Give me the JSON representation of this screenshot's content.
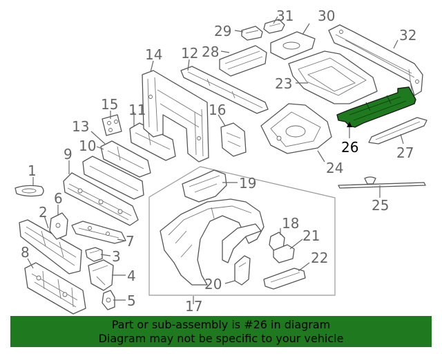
{
  "colors": {
    "highlight": "#1f7a1f",
    "lines": "#666666",
    "background": "#ffffff"
  },
  "callouts": {
    "c1": "1",
    "c2": "2",
    "c3": "3",
    "c4": "4",
    "c5": "5",
    "c6": "6",
    "c7": "7",
    "c8": "8",
    "c9": "9",
    "c10": "10",
    "c11": "11",
    "c12": "12",
    "c13": "13",
    "c14": "14",
    "c15": "15",
    "c16": "16",
    "c17": "17",
    "c18": "18",
    "c19": "19",
    "c20": "20",
    "c21": "21",
    "c22": "22",
    "c23": "23",
    "c24": "24",
    "c25": "25",
    "c26": "26",
    "c27": "27",
    "c28": "28",
    "c29": "29",
    "c30": "30",
    "c31": "31",
    "c32": "32"
  },
  "highlighted_part": "26",
  "footer": {
    "line1": "Part or sub-assembly is #26 in diagram",
    "line2": "Diagram may not be specific to your vehicle"
  }
}
